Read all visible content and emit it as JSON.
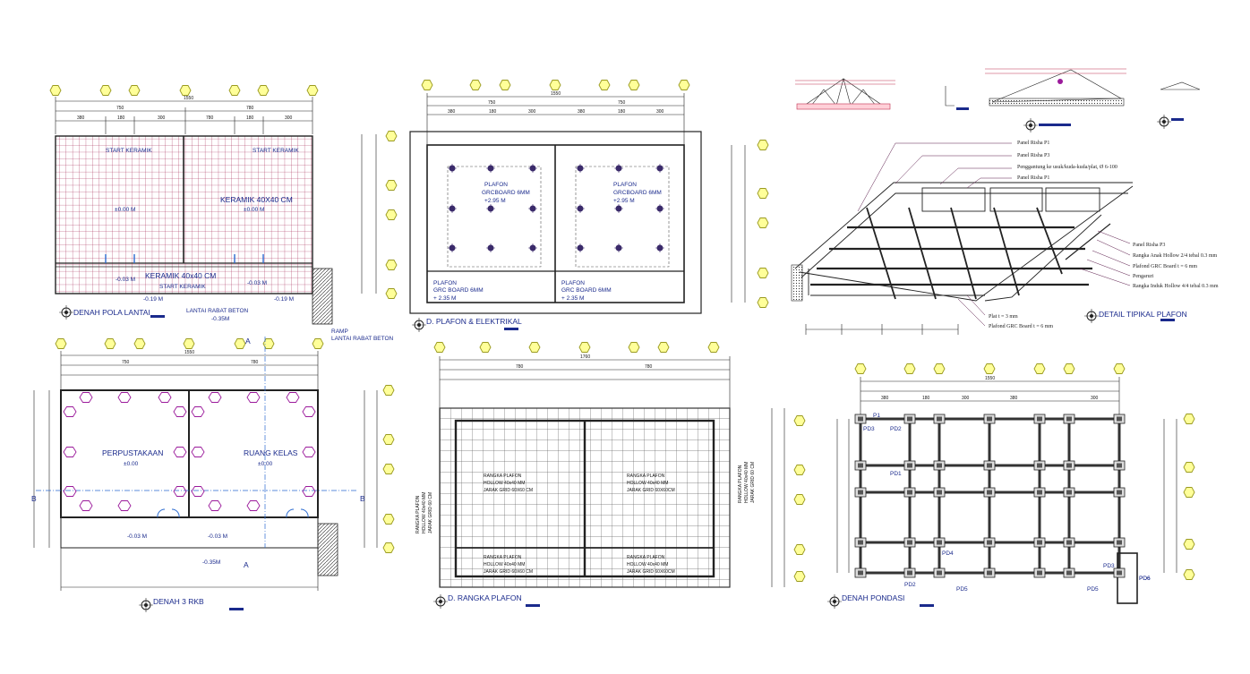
{
  "colors": {
    "line": "#222222",
    "blue": "#1a2a8c",
    "hex_fill": "#ffff99",
    "hex_stroke": "#9a9a20",
    "red": "#d0203a",
    "magenta": "#9b1a9b",
    "grid": "#a2204e",
    "accent": "#2a6ad0"
  },
  "panels": {
    "pola": {
      "caption": "DENAH POLA LANTAI",
      "top_dims": [
        "1550",
        "750",
        "780",
        "380",
        "180",
        "300",
        "780",
        "180",
        "300"
      ],
      "labels": [
        "START KERAMIK",
        "START KERAMIK",
        "KERAMIK 40X40 CM",
        "±0.00 M",
        "±0.00 M",
        "KERAMIK 40x40 CM",
        "START KERAMIK",
        "-0.03 M",
        "-0.03 M",
        "-0.19 M",
        "-0.19 M",
        "LANTAI RABAT BETON",
        "-0.35M",
        "RAMP",
        "LANTAI RABAT BETON"
      ]
    },
    "plafon": {
      "caption": "D. PLAFON & ELEKTRIKAL",
      "top_dims": [
        "1550",
        "750",
        "750",
        "380",
        "180",
        "300",
        "380",
        "180",
        "300"
      ],
      "labels": [
        "PLAFON",
        "GRCBOARD 6MM",
        "+2.95 M",
        "PLAFON",
        "GRCBOARD 6MM",
        "+2.95 M",
        "PLAFON",
        "GRC BOARD 6MM",
        "+ 2.35 M",
        "PLAFON",
        "GRC BOARD 6MM",
        "+ 2.35 M"
      ]
    },
    "detail": {
      "caption": "DETAIL TIPIKAL PLAFON",
      "notes": [
        "Panel Risha P1",
        "Panel Risha P3",
        "Penggantung ke usuk/kuda-kuda/plat, Ø 6-100",
        "Panel Risha P1",
        "Panel Risha P3",
        "Rangka Anak Hollow 2/4 tebal 0.3 mm",
        "Plafond GRC Board t = 6 mm",
        "Pengaruri",
        "Rangka Induk Hollow 4/4 tebal 0.3 mm",
        "Plat t = 3 mm",
        "Plafond GRC Board t = 6 mm"
      ]
    },
    "denah": {
      "caption": "DENAH 3 RKB",
      "top_dims": [
        "1550",
        "750",
        "780"
      ],
      "labels": [
        "PERPUSTAKAAN",
        "±0.00",
        "RUANG KELAS",
        "±0.00",
        "-0.03 M",
        "-0.03 M",
        "-0.35M",
        "A",
        "A",
        "B",
        "B"
      ]
    },
    "rangka": {
      "caption": "D. RANGKA PLAFON",
      "top_dims": [
        "1760",
        "780",
        "780"
      ],
      "labels": [
        "RANGKA PLAFON",
        "HOLLOW 40x40 MM",
        "JARAK GRID 60X60 CM",
        "RANGKA PLAFON",
        "HOLLOW 40x40 MM",
        "JARAK GRID 60X60CM",
        "RANGKA PLAFON",
        "HOLLOW 40x40 MM",
        "JARAK GRID 60X60 CM",
        "RANGKA PLAFON",
        "HOLLOW 40x40 MM",
        "JARAK GRID 60X60CM",
        "RANGKA PLAFON",
        "HOLLOW 40x40 MM",
        "JARAK GRID 60 CM",
        "RANGKA PLAFON",
        "HOLLOW 40x40 MM",
        "JARAK GRID 60 CM"
      ]
    },
    "pondasi": {
      "caption": "DENAH PONDASI",
      "top_dims": [
        "1550",
        "380",
        "180",
        "300",
        "380",
        "300"
      ],
      "labels": [
        "P1",
        "PD2",
        "PD3",
        "PD1",
        "PD4",
        "PD5",
        "PD6",
        "PD2",
        "PD5",
        "PD3",
        "PD6"
      ]
    }
  }
}
